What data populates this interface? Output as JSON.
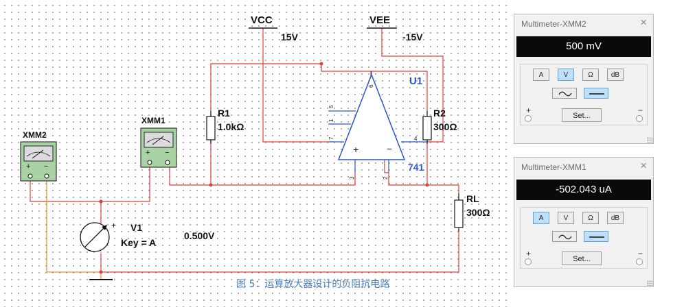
{
  "schematic": {
    "vcc_label": "VCC",
    "vcc_value": "15V",
    "vee_label": "VEE",
    "vee_value": "-15V",
    "u1_label": "U1",
    "opamp_model": "741",
    "r1_name": "R1",
    "r1_value": "1.0kΩ",
    "r2_name": "R2",
    "r2_value": "300Ω",
    "rl_name": "RL",
    "rl_value": "300Ω",
    "v1_name": "V1",
    "v1_key": "Key = A",
    "v1_value": "0.500V",
    "xmm1_label": "XMM1",
    "xmm2_label": "XMM2",
    "pins": {
      "p6": "6",
      "p5": "5",
      "p1": "1",
      "p7": "7",
      "p4": "4",
      "p3": "3",
      "p2": "2",
      "plus": "+",
      "minus": "−"
    },
    "wire_colors": {
      "main": "#e23c3c",
      "ground": "#e3902c",
      "supply": "#e23c3c"
    },
    "caption": "图 5：运算放大器设计的负阻抗电路"
  },
  "multimeters": [
    {
      "title": "Multimeter-XMM2",
      "reading": "500 mV",
      "mode_buttons": [
        "A",
        "V",
        "Ω",
        "dB"
      ],
      "active_mode": "V",
      "waveform_active": "dc",
      "set_label": "Set...",
      "plus_sign": "+",
      "minus_sign": "−",
      "close_glyph": "×"
    },
    {
      "title": "Multimeter-XMM1",
      "reading": "-502.043 uA",
      "mode_buttons": [
        "A",
        "V",
        "Ω",
        "dB"
      ],
      "active_mode": "A",
      "waveform_active": "dc",
      "set_label": "Set...",
      "plus_sign": "+",
      "minus_sign": "−",
      "close_glyph": "×"
    }
  ]
}
